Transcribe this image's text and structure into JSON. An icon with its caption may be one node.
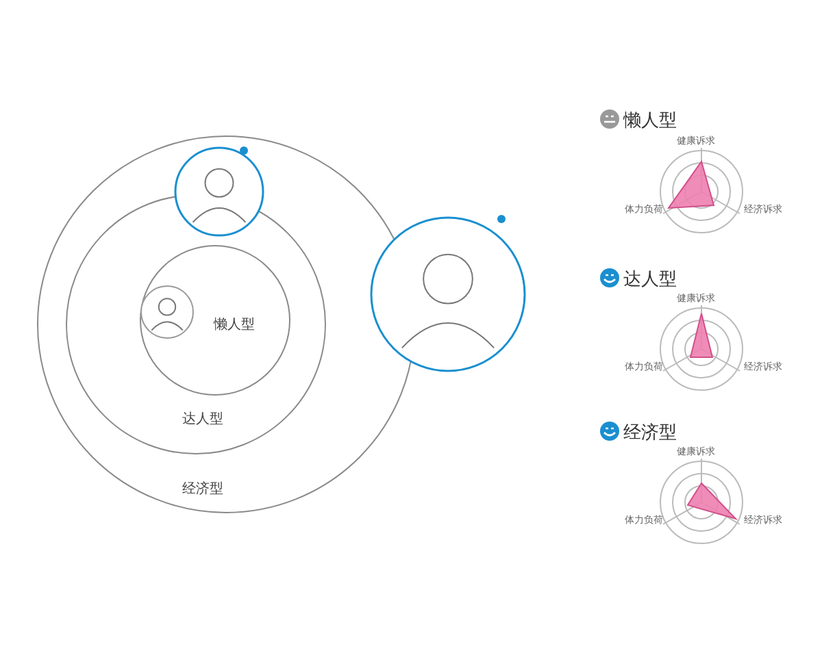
{
  "diagram": {
    "nodes": [
      {
        "text": [
          "经济型"
        ]
      },
      {
        "text": [
          "达人型"
        ],
        "in": 0
      },
      {
        "text": [
          "懒人型"
        ],
        "in": 1
      }
    ],
    "labels": [
      "懒人型",
      "健康诉求",
      "体力负荷",
      "经济诉求",
      "达人型",
      "健康诉求",
      "体力负荷",
      "经济诉求",
      "经济型",
      "健康诉求",
      "体力负荷",
      "经济诉求"
    ]
  }
}
